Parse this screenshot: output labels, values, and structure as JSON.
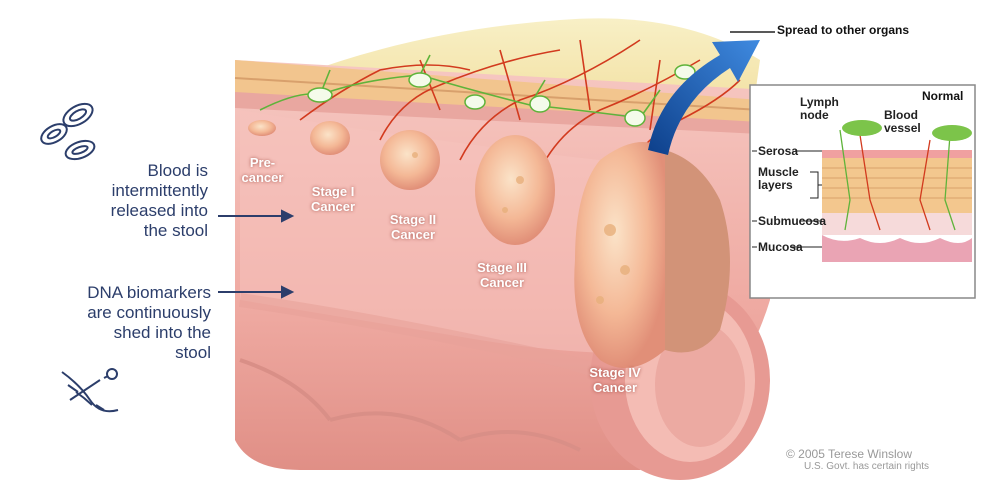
{
  "labels": {
    "blood": [
      "Blood is",
      "intermittently",
      "released into",
      "the stool"
    ],
    "dna": [
      "DNA biomarkers",
      "are continuously",
      "shed into the",
      "stool"
    ],
    "spread": "Spread to other organs"
  },
  "stages": [
    {
      "line1": "Pre-",
      "line2": "cancer"
    },
    {
      "line1": "Stage I",
      "line2": "Cancer"
    },
    {
      "line1": "Stage II",
      "line2": "Cancer"
    },
    {
      "line1": "Stage III",
      "line2": "Cancer"
    },
    {
      "line1": "Stage IV",
      "line2": "Cancer"
    }
  ],
  "inset": {
    "title": "Normal",
    "lymph_node": [
      "Lymph",
      "node"
    ],
    "blood_vessel": [
      "Blood",
      "vessel"
    ],
    "layers": {
      "serosa": "Serosa",
      "muscle": [
        "Muscle",
        "layers"
      ],
      "submucosa": "Submucosa",
      "mucosa": "Mucosa"
    }
  },
  "credit": {
    "line1": "© 2005 Terese Winslow",
    "line2": "U.S. Govt. has certain rights"
  },
  "icons": [
    "blood-cells-icon",
    "dna-icon"
  ],
  "colors": {
    "label_text": "#2c3e6b",
    "tissue": "#f0a8a0",
    "tumor": "#f4b89a",
    "arrow": "#1e5fb4"
  }
}
